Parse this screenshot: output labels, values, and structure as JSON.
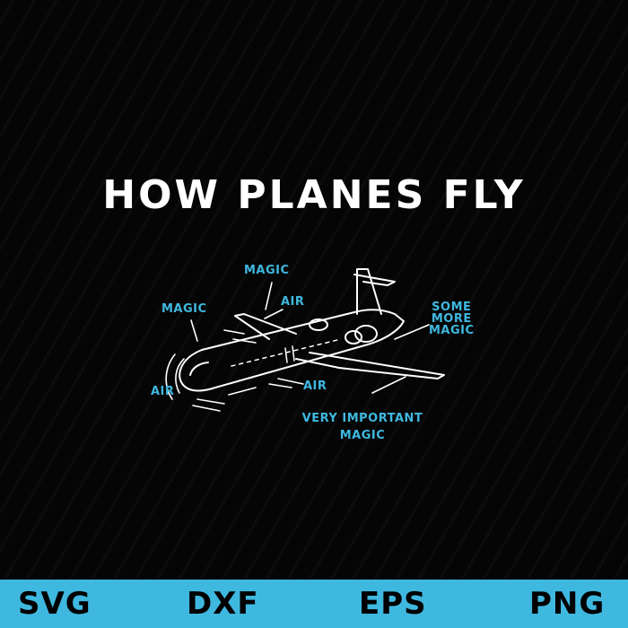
{
  "title": "HOW PLANES FLY",
  "labels": {
    "magic_top": "MAGIC",
    "magic_left": "MAGIC",
    "air_top": "AIR",
    "some_more_magic": [
      "SOME",
      "MORE",
      "MAGIC"
    ],
    "air_left": "AIR",
    "air_bottom": "AIR",
    "very_important_magic": [
      "VERY IMPORTANT",
      "MAGIC"
    ]
  },
  "formats": [
    "SVG",
    "DXF",
    "EPS",
    "PNG"
  ],
  "colors": {
    "background": "#000000",
    "accent": "#3fb8e0",
    "drawing": "#ffffff"
  }
}
